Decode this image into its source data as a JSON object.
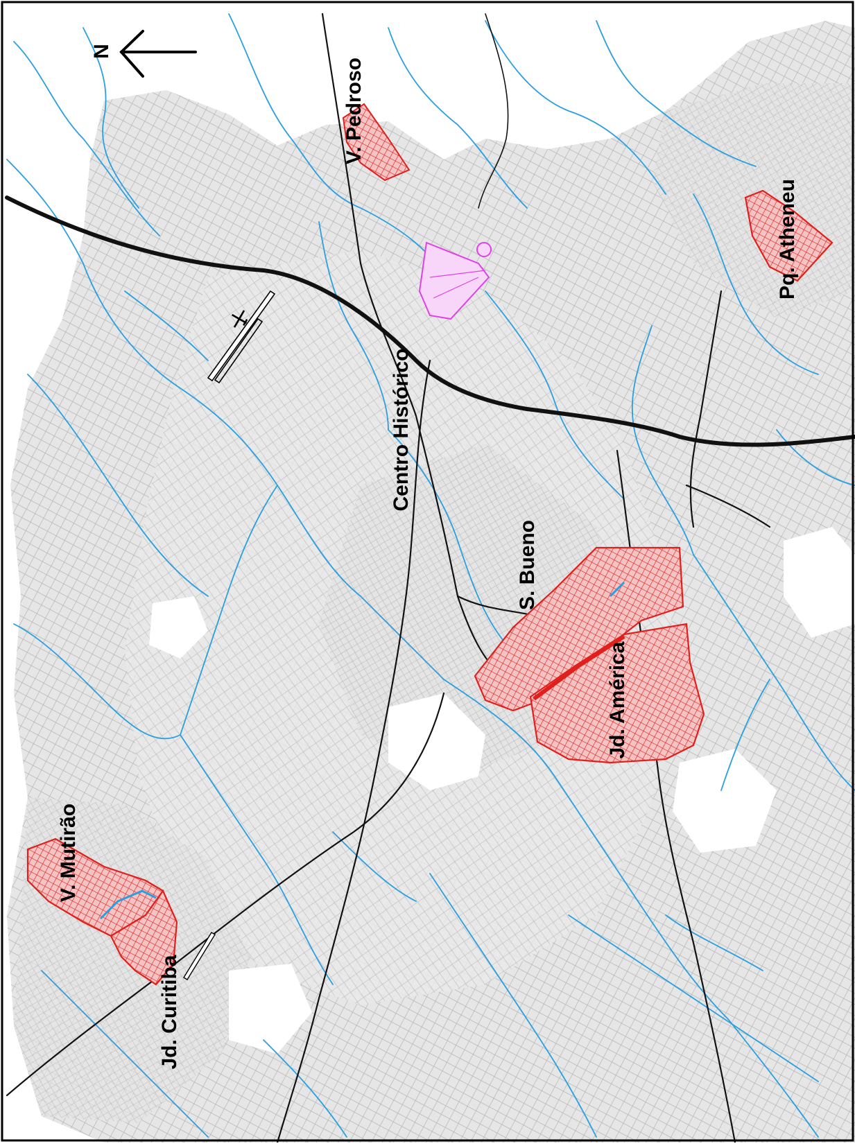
{
  "map": {
    "north_label": "N",
    "colors": {
      "background": "#ffffff",
      "urban_fill": "#e6e6e6",
      "street_lines": "#b5b5b5",
      "rivers": "#2a9fe0",
      "roads": "#111111",
      "study_area_fill": "#f2b8b8",
      "study_area_outline": "#e0201c",
      "historic_center_outline": "#e040e8",
      "airport_outline": "#000000",
      "frame": "#000000"
    },
    "icons": [
      "north-arrow-icon",
      "airplane-icon"
    ],
    "labels": {
      "v_pedroso": "V. Pedroso",
      "pq_atheneu": "Pq. Atheneu",
      "centro_historico": "Centro Histórico",
      "s_bueno": "S. Bueno",
      "jd_america": "Jd. América",
      "v_mutirao": "V. Mutirão",
      "jd_curitiba": "Jd. Curitiba"
    }
  }
}
